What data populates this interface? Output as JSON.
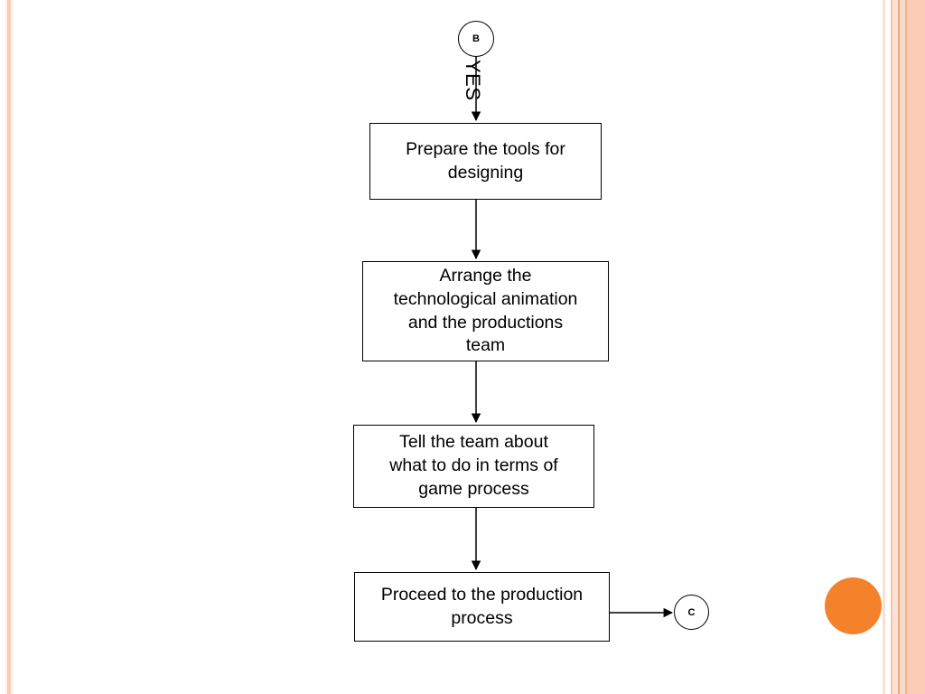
{
  "slide": {
    "background_color": "#ffffff",
    "theme": {
      "stripe_color_light": "#fadfd2",
      "stripe_color_mid": "#f9cdb9",
      "stripe_color_pale": "#fdeee7",
      "stripe_color_accent": "#e8a57e",
      "accent_circle_color": "#f3822b"
    }
  },
  "diagram": {
    "type": "flowchart",
    "orientation": "top-to-bottom",
    "nodes": [
      {
        "id": "B",
        "shape": "connector-circle",
        "label": "B"
      },
      {
        "id": "n1",
        "shape": "process-box",
        "label": "Prepare the tools for designing"
      },
      {
        "id": "n2",
        "shape": "process-box",
        "label": "Arrange the technological animation and the productions team"
      },
      {
        "id": "n3",
        "shape": "process-box",
        "label": "Tell the team about what to do in terms of game process"
      },
      {
        "id": "n4",
        "shape": "process-box",
        "label": "Proceed to the production process"
      },
      {
        "id": "C",
        "shape": "connector-circle",
        "label": "C"
      }
    ],
    "edges": [
      {
        "from": "B",
        "to": "n1",
        "label": "YES"
      },
      {
        "from": "n1",
        "to": "n2",
        "label": ""
      },
      {
        "from": "n2",
        "to": "n3",
        "label": ""
      },
      {
        "from": "n3",
        "to": "n4",
        "label": ""
      },
      {
        "from": "n4",
        "to": "C",
        "label": ""
      }
    ],
    "node_text": {
      "n1_line1": "Prepare the tools for",
      "n1_line2": "designing",
      "n2_line1": "Arrange the",
      "n2_line2": "technological animation",
      "n2_line3": "and the productions",
      "n2_line4": "team",
      "n3_line1": "Tell the team about",
      "n3_line2": "what to do in terms of",
      "n3_line3": "game process",
      "n4_line1": "Proceed to the production",
      "n4_line2": "process"
    },
    "connector_in_label": "B",
    "connector_out_label": "C",
    "yes_label": "YES"
  }
}
